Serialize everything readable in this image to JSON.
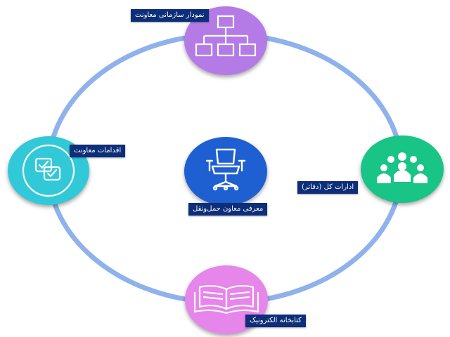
{
  "center": {
    "label": "معرفی معاون حمل‌ونقل",
    "icon": "office-chair-icon",
    "color": "#1e5fd2"
  },
  "nodes": {
    "org_chart": {
      "label": "نمودار سازمانی معاونت",
      "icon": "org-chart-icon",
      "color": "#b47be6"
    },
    "actions": {
      "label": "اقدامات معاونت",
      "icon": "checklist-icon",
      "color": "#31c9d8"
    },
    "offices": {
      "label": "ادارات کل (دفاتر)",
      "icon": "people-group-icon",
      "color": "#18c486"
    },
    "library": {
      "label": "کتابخانه الکترونیک",
      "icon": "open-book-icon",
      "color": "#e685ea"
    }
  },
  "colors": {
    "ring": "#8fb1ec",
    "label_bg": "#0d2e78"
  }
}
